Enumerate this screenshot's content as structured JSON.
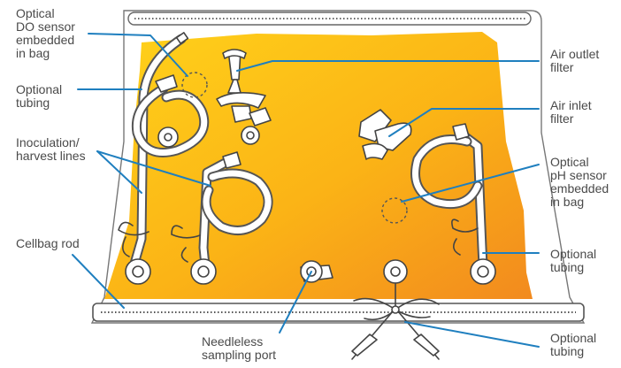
{
  "labels": {
    "do_sensor": [
      "Optical",
      "DO sensor",
      "embedded",
      "in bag"
    ],
    "optional_tubing_top": [
      "Optional",
      "tubing"
    ],
    "inoculation_lines": [
      "Inoculation/",
      "harvest lines"
    ],
    "cellbag_rod": [
      "Cellbag rod"
    ],
    "needleless_port": [
      "Needleless",
      "sampling port"
    ],
    "air_outlet_filter": [
      "Air outlet",
      "filter"
    ],
    "air_inlet_filter": [
      "Air inlet",
      "filter"
    ],
    "ph_sensor": [
      "Optical",
      "pH sensor",
      "embedded",
      "in bag"
    ],
    "optional_tubing_right": [
      "Optional",
      "tubing"
    ],
    "optional_tubing_bottom": [
      "Optional",
      "tubing"
    ]
  },
  "colors": {
    "leader_line": "#1f7fbf",
    "label_text": "#4a4a4a",
    "bag_fill_light": "#ffd21a",
    "bag_fill_dark": "#f28a1e",
    "outline": "#555555"
  }
}
